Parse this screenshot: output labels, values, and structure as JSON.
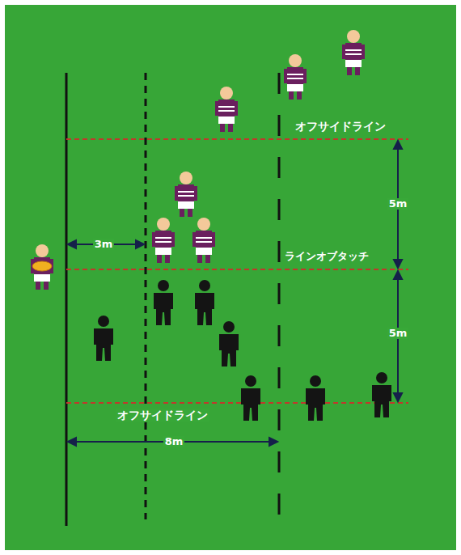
{
  "diagram": {
    "labels": [
      "オフサイドライン",
      "5m",
      "3m",
      "ラインオブタッチ",
      "5m",
      "オフサイドライン",
      "8m"
    ]
  }
}
